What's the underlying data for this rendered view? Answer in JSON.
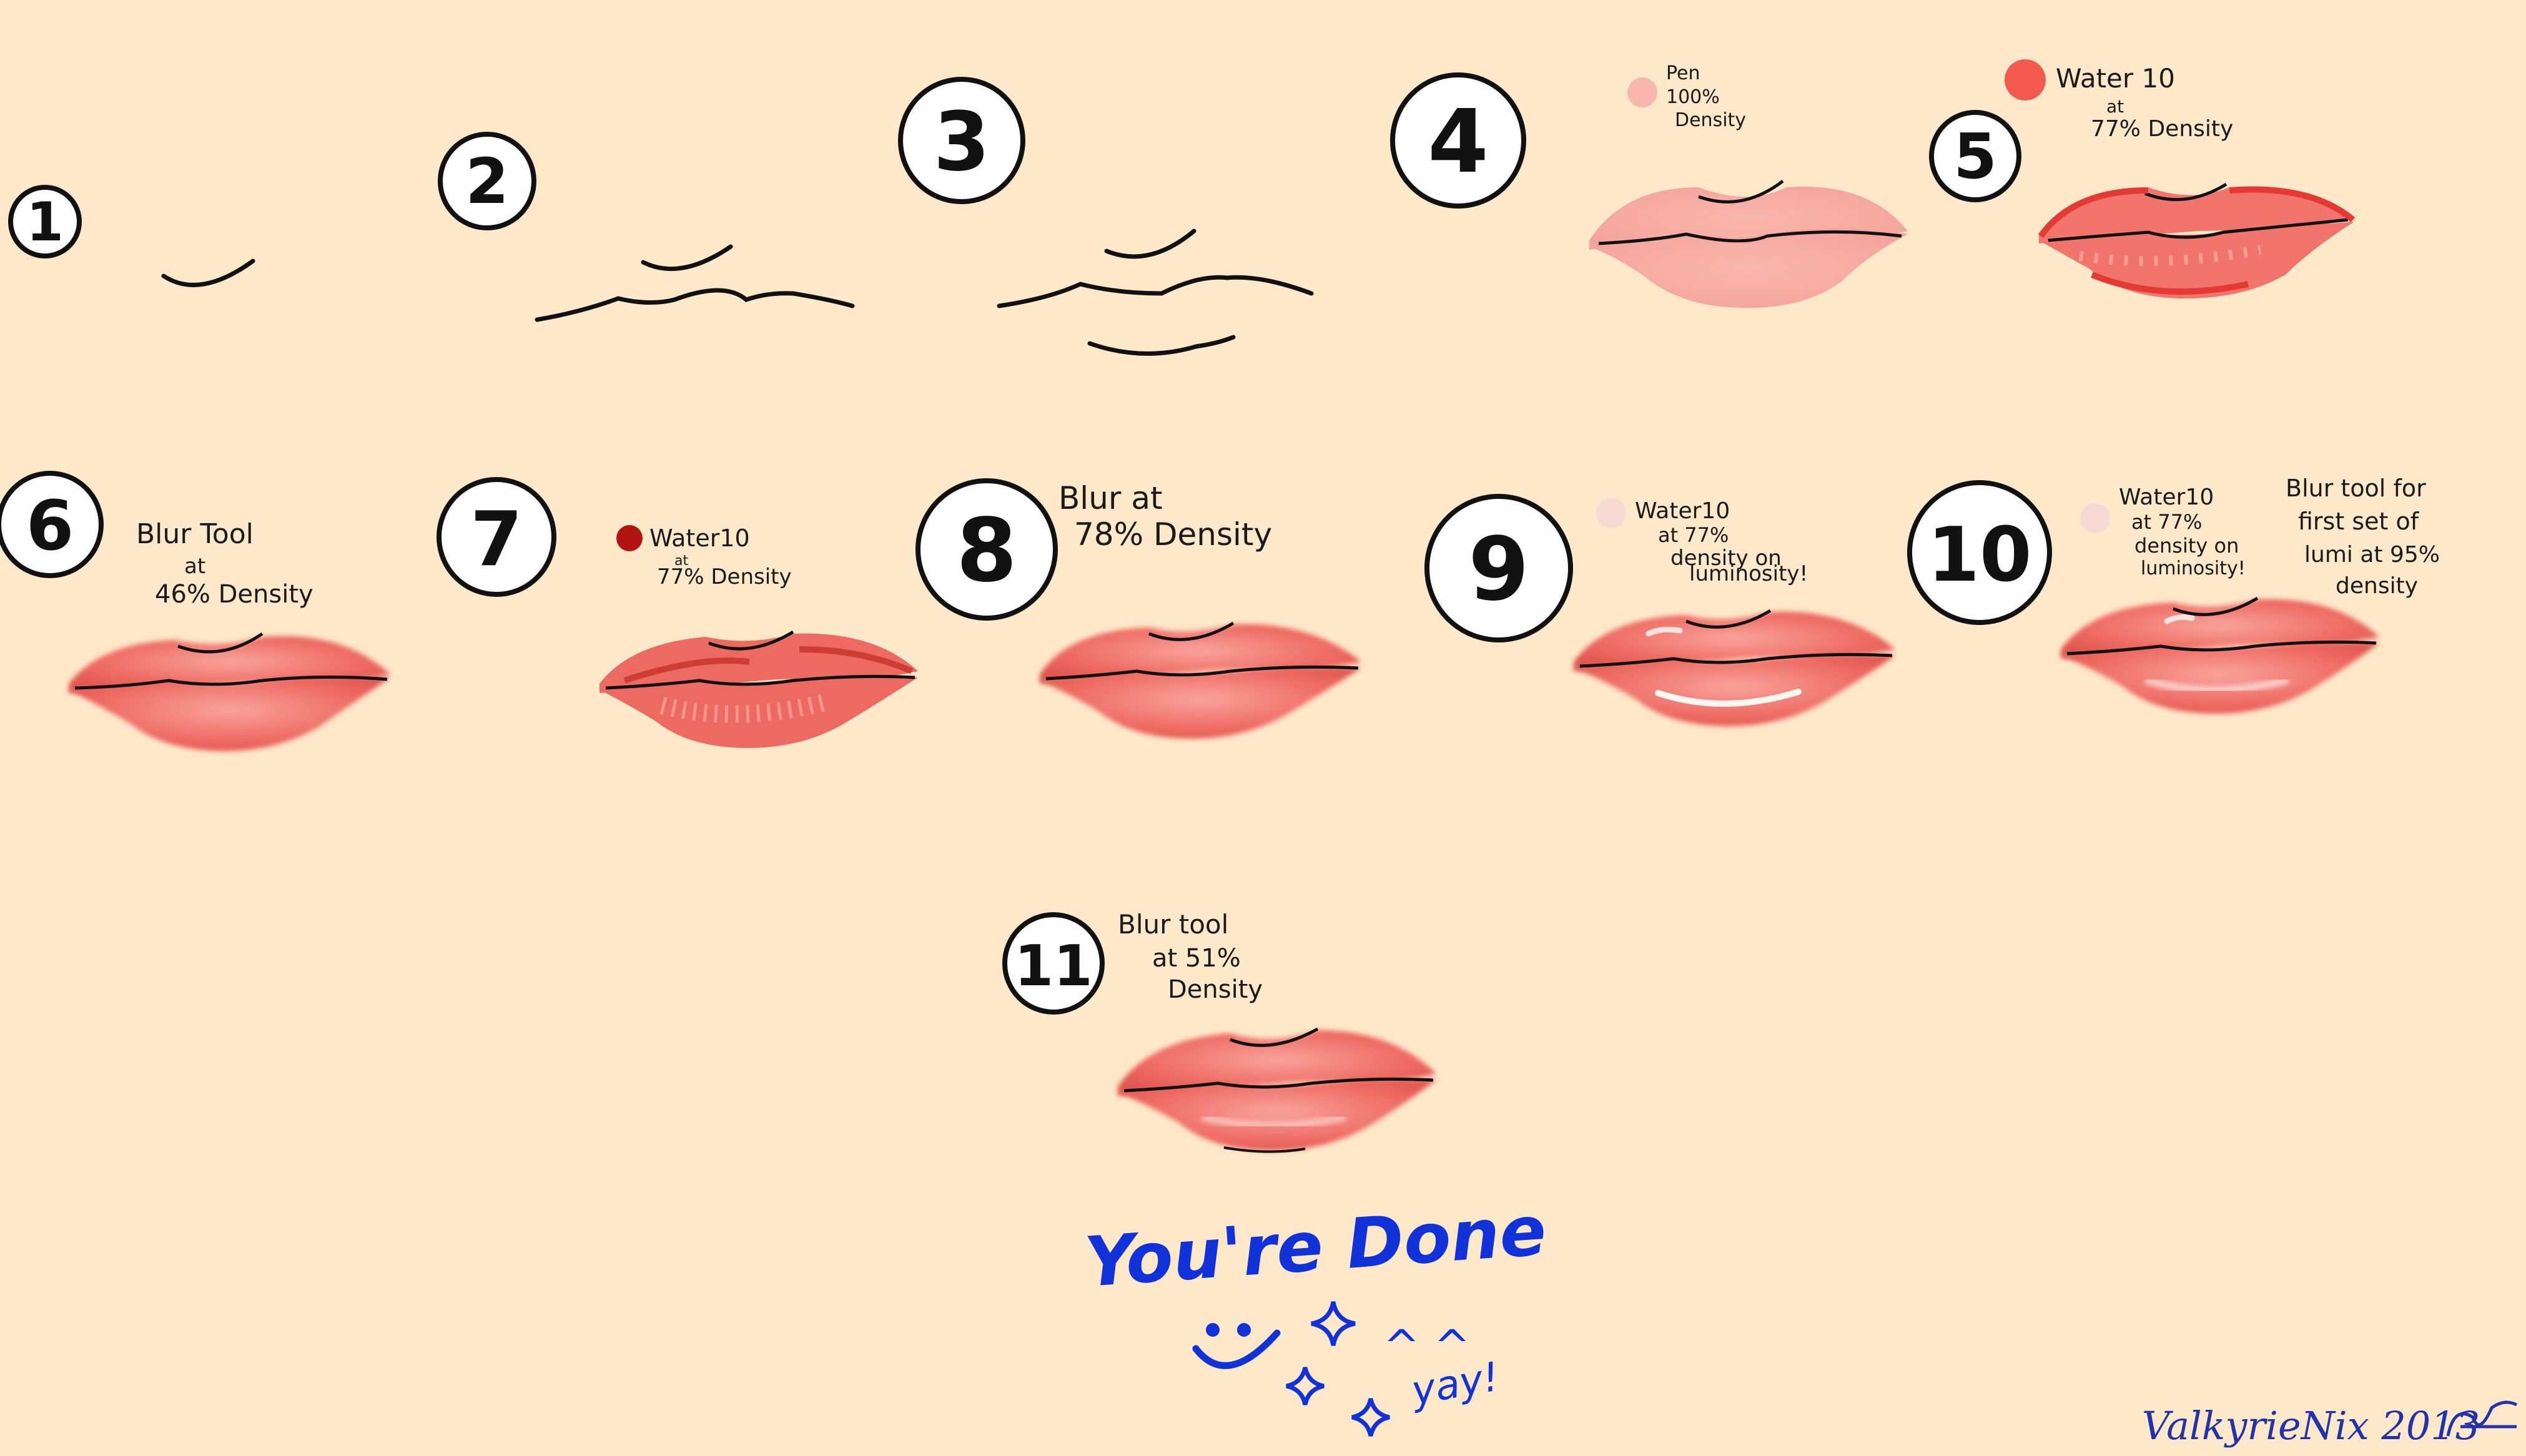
{
  "background": "#fde8c9",
  "colors": {
    "ink": "#111111",
    "pen_swatch": "#f9b7ad",
    "water_swatch": "#f25a4f",
    "dark_red_swatch": "#b21414",
    "luminosity_swatch": "#f7d9d3",
    "lip_base": "#f59a93",
    "lip_red": "#ee6a62",
    "done_blue": "#1232d9"
  },
  "steps": [
    {
      "number": "1",
      "note": []
    },
    {
      "number": "2",
      "note": []
    },
    {
      "number": "3",
      "note": []
    },
    {
      "number": "4",
      "note": [
        "Pen",
        "100%",
        "Density"
      ],
      "swatch": "pen_swatch"
    },
    {
      "number": "5",
      "note": [
        "Water 10",
        "at",
        "77% Density"
      ],
      "swatch": "water_swatch"
    },
    {
      "number": "6",
      "note": [
        "Blur Tool",
        "at",
        "46% Density"
      ]
    },
    {
      "number": "7",
      "note": [
        "Water10",
        "at",
        "77% Density"
      ],
      "swatch": "dark_red_swatch"
    },
    {
      "number": "8",
      "note": [
        "Blur at",
        "78% Density"
      ]
    },
    {
      "number": "9",
      "note": [
        "Water10",
        "at 77%",
        "density  on",
        "luminosity!"
      ],
      "swatch": "luminosity_swatch"
    },
    {
      "number": "10",
      "note": [
        "Water10",
        "at 77%",
        "density on",
        "luminosity!"
      ],
      "swatch": "luminosity_swatch",
      "note2": [
        "Blur tool for",
        "first set of",
        "lumi at 95%",
        "density"
      ]
    },
    {
      "number": "11",
      "note": [
        "Blur tool",
        "at 51%",
        "Density"
      ]
    }
  ],
  "done_text": "You're Done",
  "smile": "^ ^",
  "yay": "yay!",
  "signature": "ValkyrieNix 2013"
}
